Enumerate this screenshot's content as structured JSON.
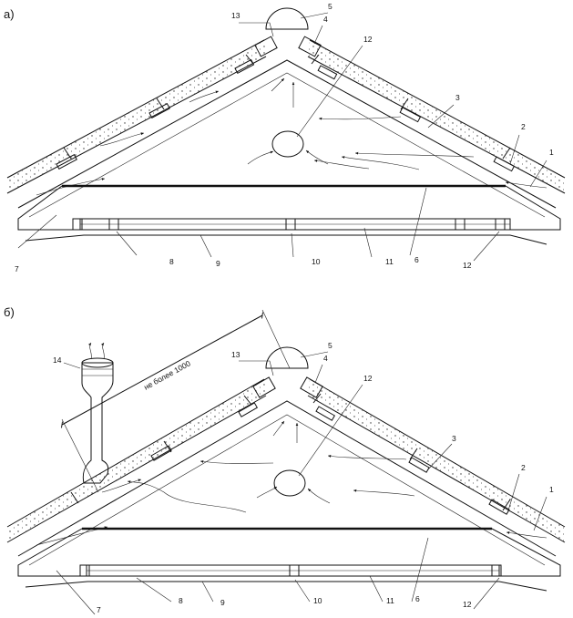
{
  "panels": [
    {
      "label": "а)",
      "callouts": [
        {
          "text": "1"
        },
        {
          "text": "2"
        },
        {
          "text": "3"
        },
        {
          "text": "4"
        },
        {
          "text": "5"
        },
        {
          "text": "13"
        },
        {
          "text": "12"
        },
        {
          "text": "7"
        },
        {
          "text": "8"
        },
        {
          "text": "9"
        },
        {
          "text": "10"
        },
        {
          "text": "11"
        },
        {
          "text": "6"
        },
        {
          "text": "12"
        }
      ]
    },
    {
      "label": "б)",
      "dimension": "не более 1000",
      "callouts": [
        {
          "text": "1"
        },
        {
          "text": "2"
        },
        {
          "text": "3"
        },
        {
          "text": "4"
        },
        {
          "text": "5"
        },
        {
          "text": "13"
        },
        {
          "text": "12"
        },
        {
          "text": "14"
        },
        {
          "text": "7"
        },
        {
          "text": "8"
        },
        {
          "text": "9"
        },
        {
          "text": "10"
        },
        {
          "text": "11"
        },
        {
          "text": "6"
        },
        {
          "text": "12"
        }
      ]
    }
  ]
}
